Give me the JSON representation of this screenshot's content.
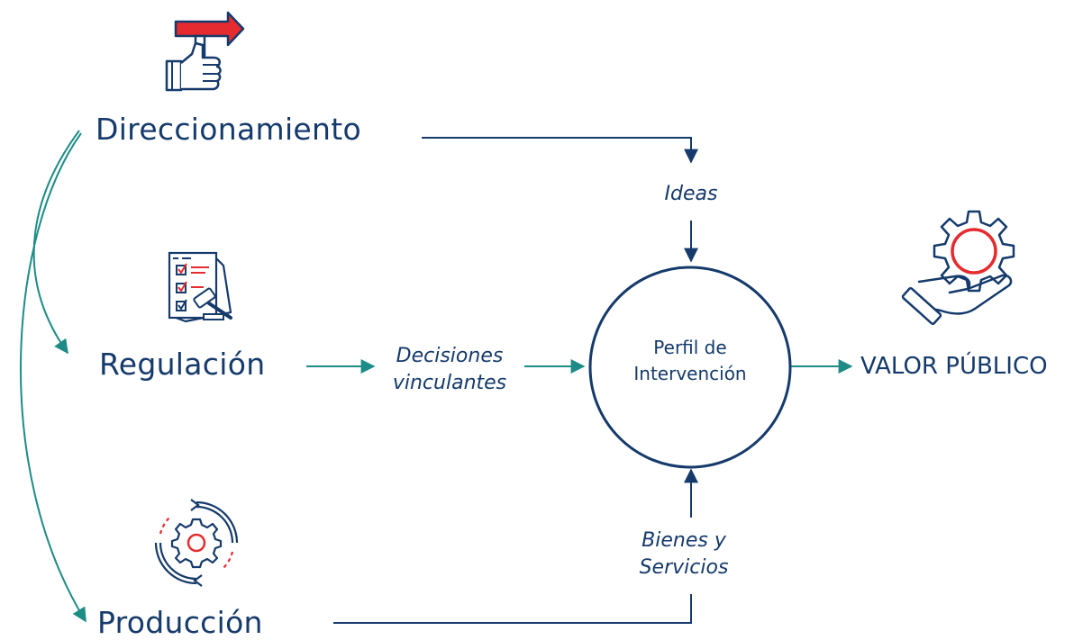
{
  "sources": {
    "direccionamiento": "Direccionamiento",
    "regulacion": "Regulación",
    "produccion": "Producción"
  },
  "flows": {
    "ideas": "Ideas",
    "decisiones_line1": "Decisiones",
    "decisiones_line2": "vinculantes",
    "bienes_line1": "Bienes y",
    "bienes_line2": "Servicios"
  },
  "center": {
    "line1": "Perfil de",
    "line2": "Intervención"
  },
  "outcome": "VALOR PÚBLICO",
  "colors": {
    "navy": "#153a6b",
    "teal": "#1e8c86",
    "red": "#e52b2f"
  },
  "icons": {
    "direccionamiento": "thumbs-up-arrow-icon",
    "regulacion": "checklist-gavel-icon",
    "produccion": "gear-cycle-icon",
    "valor_publico": "hand-gear-icon"
  }
}
